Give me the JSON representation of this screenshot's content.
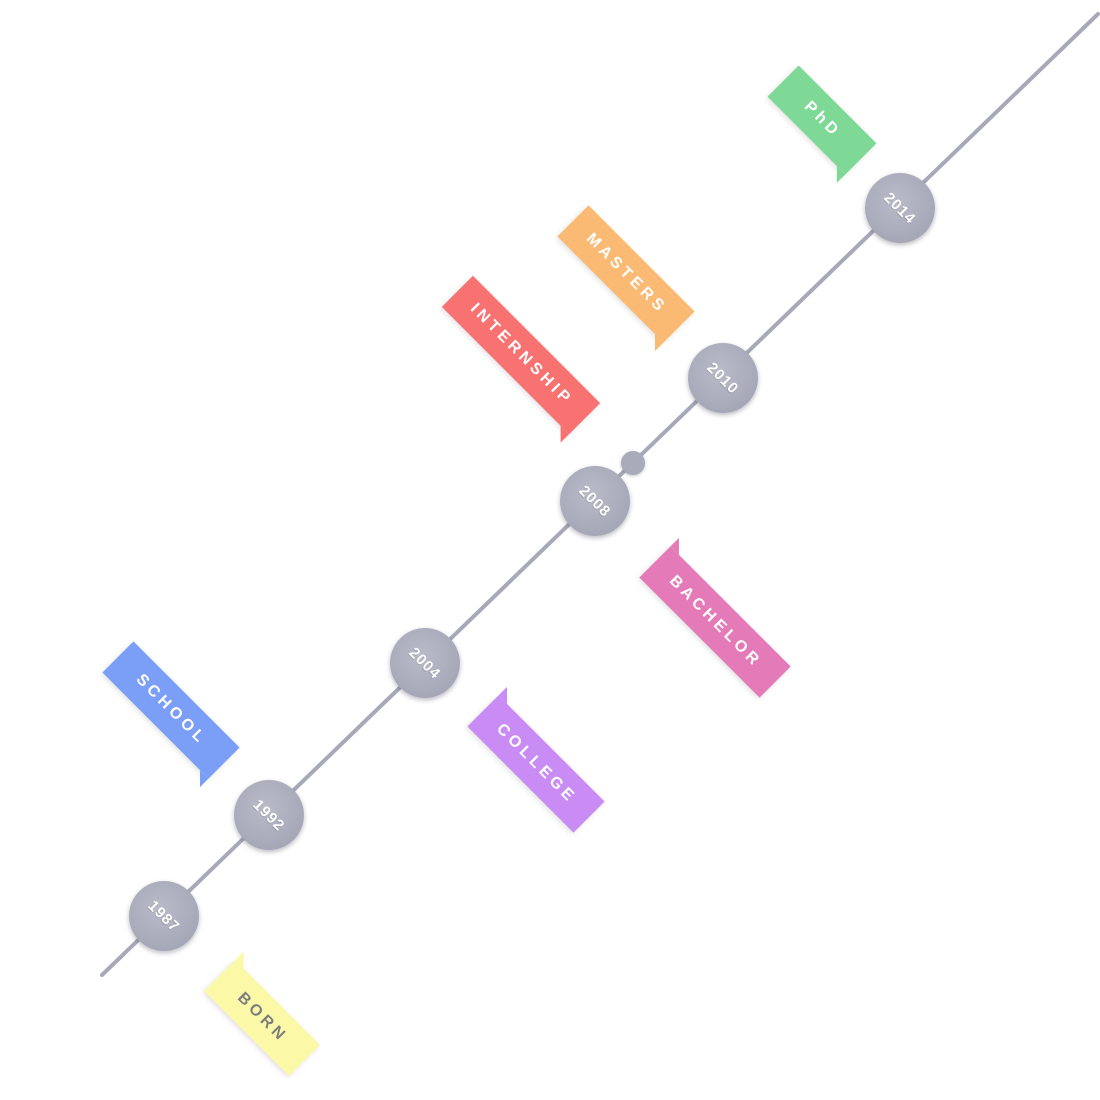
{
  "line_color": "#a7a9b9",
  "node_color": "#a9abbb",
  "years": [
    {
      "label": "1987"
    },
    {
      "label": "1992"
    },
    {
      "label": "2004"
    },
    {
      "label": "2008"
    },
    {
      "label": "2010"
    },
    {
      "label": "2014"
    }
  ],
  "milestones": [
    {
      "label": "BORN",
      "color": "#fbf8a8",
      "text_color": "#7d7d7d"
    },
    {
      "label": "SCHOOL",
      "color": "#7b9ff7",
      "text_color": "#ffffff"
    },
    {
      "label": "COLLEGE",
      "color": "#c98cf5",
      "text_color": "#ffffff"
    },
    {
      "label": "BACHELOR",
      "color": "#e57ab8",
      "text_color": "#ffffff"
    },
    {
      "label": "INTERNSHIP",
      "color": "#f87272",
      "text_color": "#ffffff"
    },
    {
      "label": "MASTERS",
      "color": "#fbba74",
      "text_color": "#ffffff"
    },
    {
      "label": "PhD",
      "color": "#7fd996",
      "text_color": "#ffffff"
    }
  ]
}
